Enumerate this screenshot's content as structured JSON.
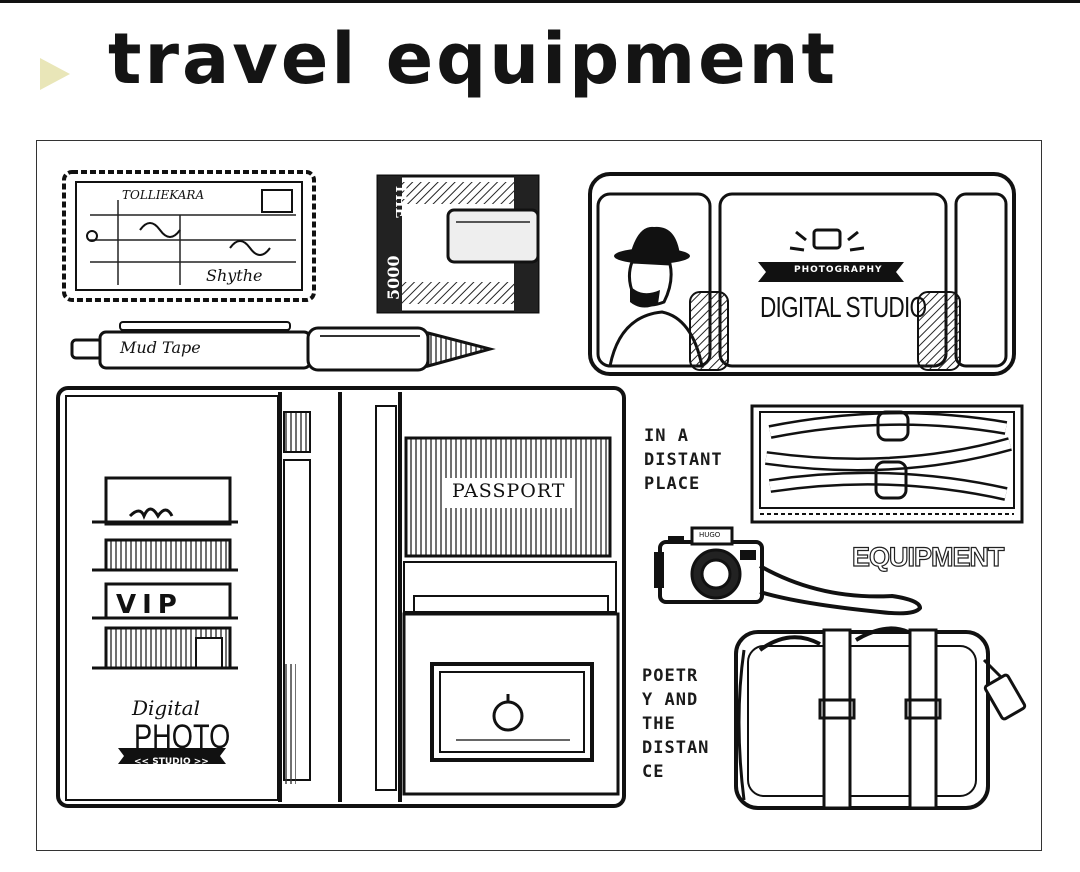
{
  "header": {
    "title": "travel equipment"
  },
  "stamps": {
    "ticket_header": "TOLLIEKARA",
    "ticket_signature": "Shythe",
    "money_clip_text": "THE",
    "money_clip_denomination": "5000",
    "pen_text": "Mud Tape",
    "train_badge_top": "PHOTOGRAPHY",
    "train_badge_main": "DIGITAL STUDIO",
    "passport_label": "PASSPORT",
    "card_stamp_top": "Digital",
    "card_stamp_main": "PHOTO",
    "card_stamp_bottom": "<< STUDIO >>",
    "vip_card": "VIP",
    "caption_distant": "IN A\nDISTANT\nPLACE",
    "caption_equipment": "EQUIPMENT",
    "camera_brand": "HUGO",
    "caption_poetry": "POETR\nY AND\nTHE\nDISTAN\nCE",
    "arrow_color": "#e9e6b8"
  }
}
